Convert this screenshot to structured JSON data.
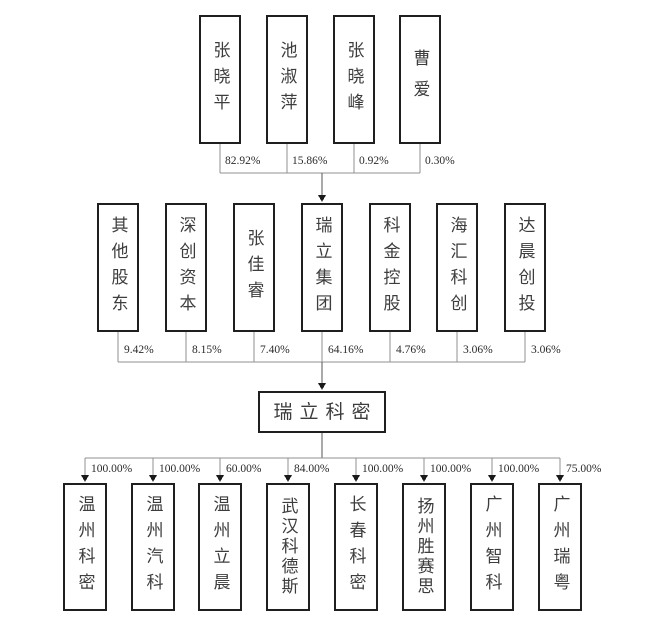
{
  "diagram": {
    "top_owners": [
      {
        "name": "张晓平",
        "percent": "82.92%"
      },
      {
        "name": "池淑萍",
        "percent": "15.86%"
      },
      {
        "name": "张晓峰",
        "percent": "0.92%"
      },
      {
        "name": "曹爱",
        "percent": "0.30%"
      }
    ],
    "shareholders": [
      {
        "name": "其他股东",
        "percent": "9.42%"
      },
      {
        "name": "深创资本",
        "percent": "8.15%"
      },
      {
        "name": "张佳睿",
        "percent": "7.40%"
      },
      {
        "name": "瑞立集团",
        "percent": "64.16%"
      },
      {
        "name": "科金控股",
        "percent": "4.76%"
      },
      {
        "name": "海汇科创",
        "percent": "3.06%"
      },
      {
        "name": "达晨创投",
        "percent": "3.06%"
      }
    ],
    "company": {
      "name": "瑞立科密"
    },
    "subsidiaries": [
      {
        "name": "温州科密",
        "percent": "100.00%"
      },
      {
        "name": "温州汽科",
        "percent": "100.00%"
      },
      {
        "name": "温州立晨",
        "percent": "60.00%"
      },
      {
        "name": "武汉科德斯",
        "percent": "84.00%"
      },
      {
        "name": "长春科密",
        "percent": "100.00%"
      },
      {
        "name": "扬州胜赛思",
        "percent": "100.00%"
      },
      {
        "name": "广州智科",
        "percent": "100.00%"
      },
      {
        "name": "广州瑞粤",
        "percent": "75.00%"
      }
    ],
    "colors": {
      "background": "#ffffff",
      "box_border": "#1f1f1f",
      "connector": "#909090",
      "arrow_stem": "#555555",
      "arrow_head": "#1a1a1a",
      "entity_text": "#3d3d3d",
      "percent_text": "#2b2b2b"
    }
  }
}
